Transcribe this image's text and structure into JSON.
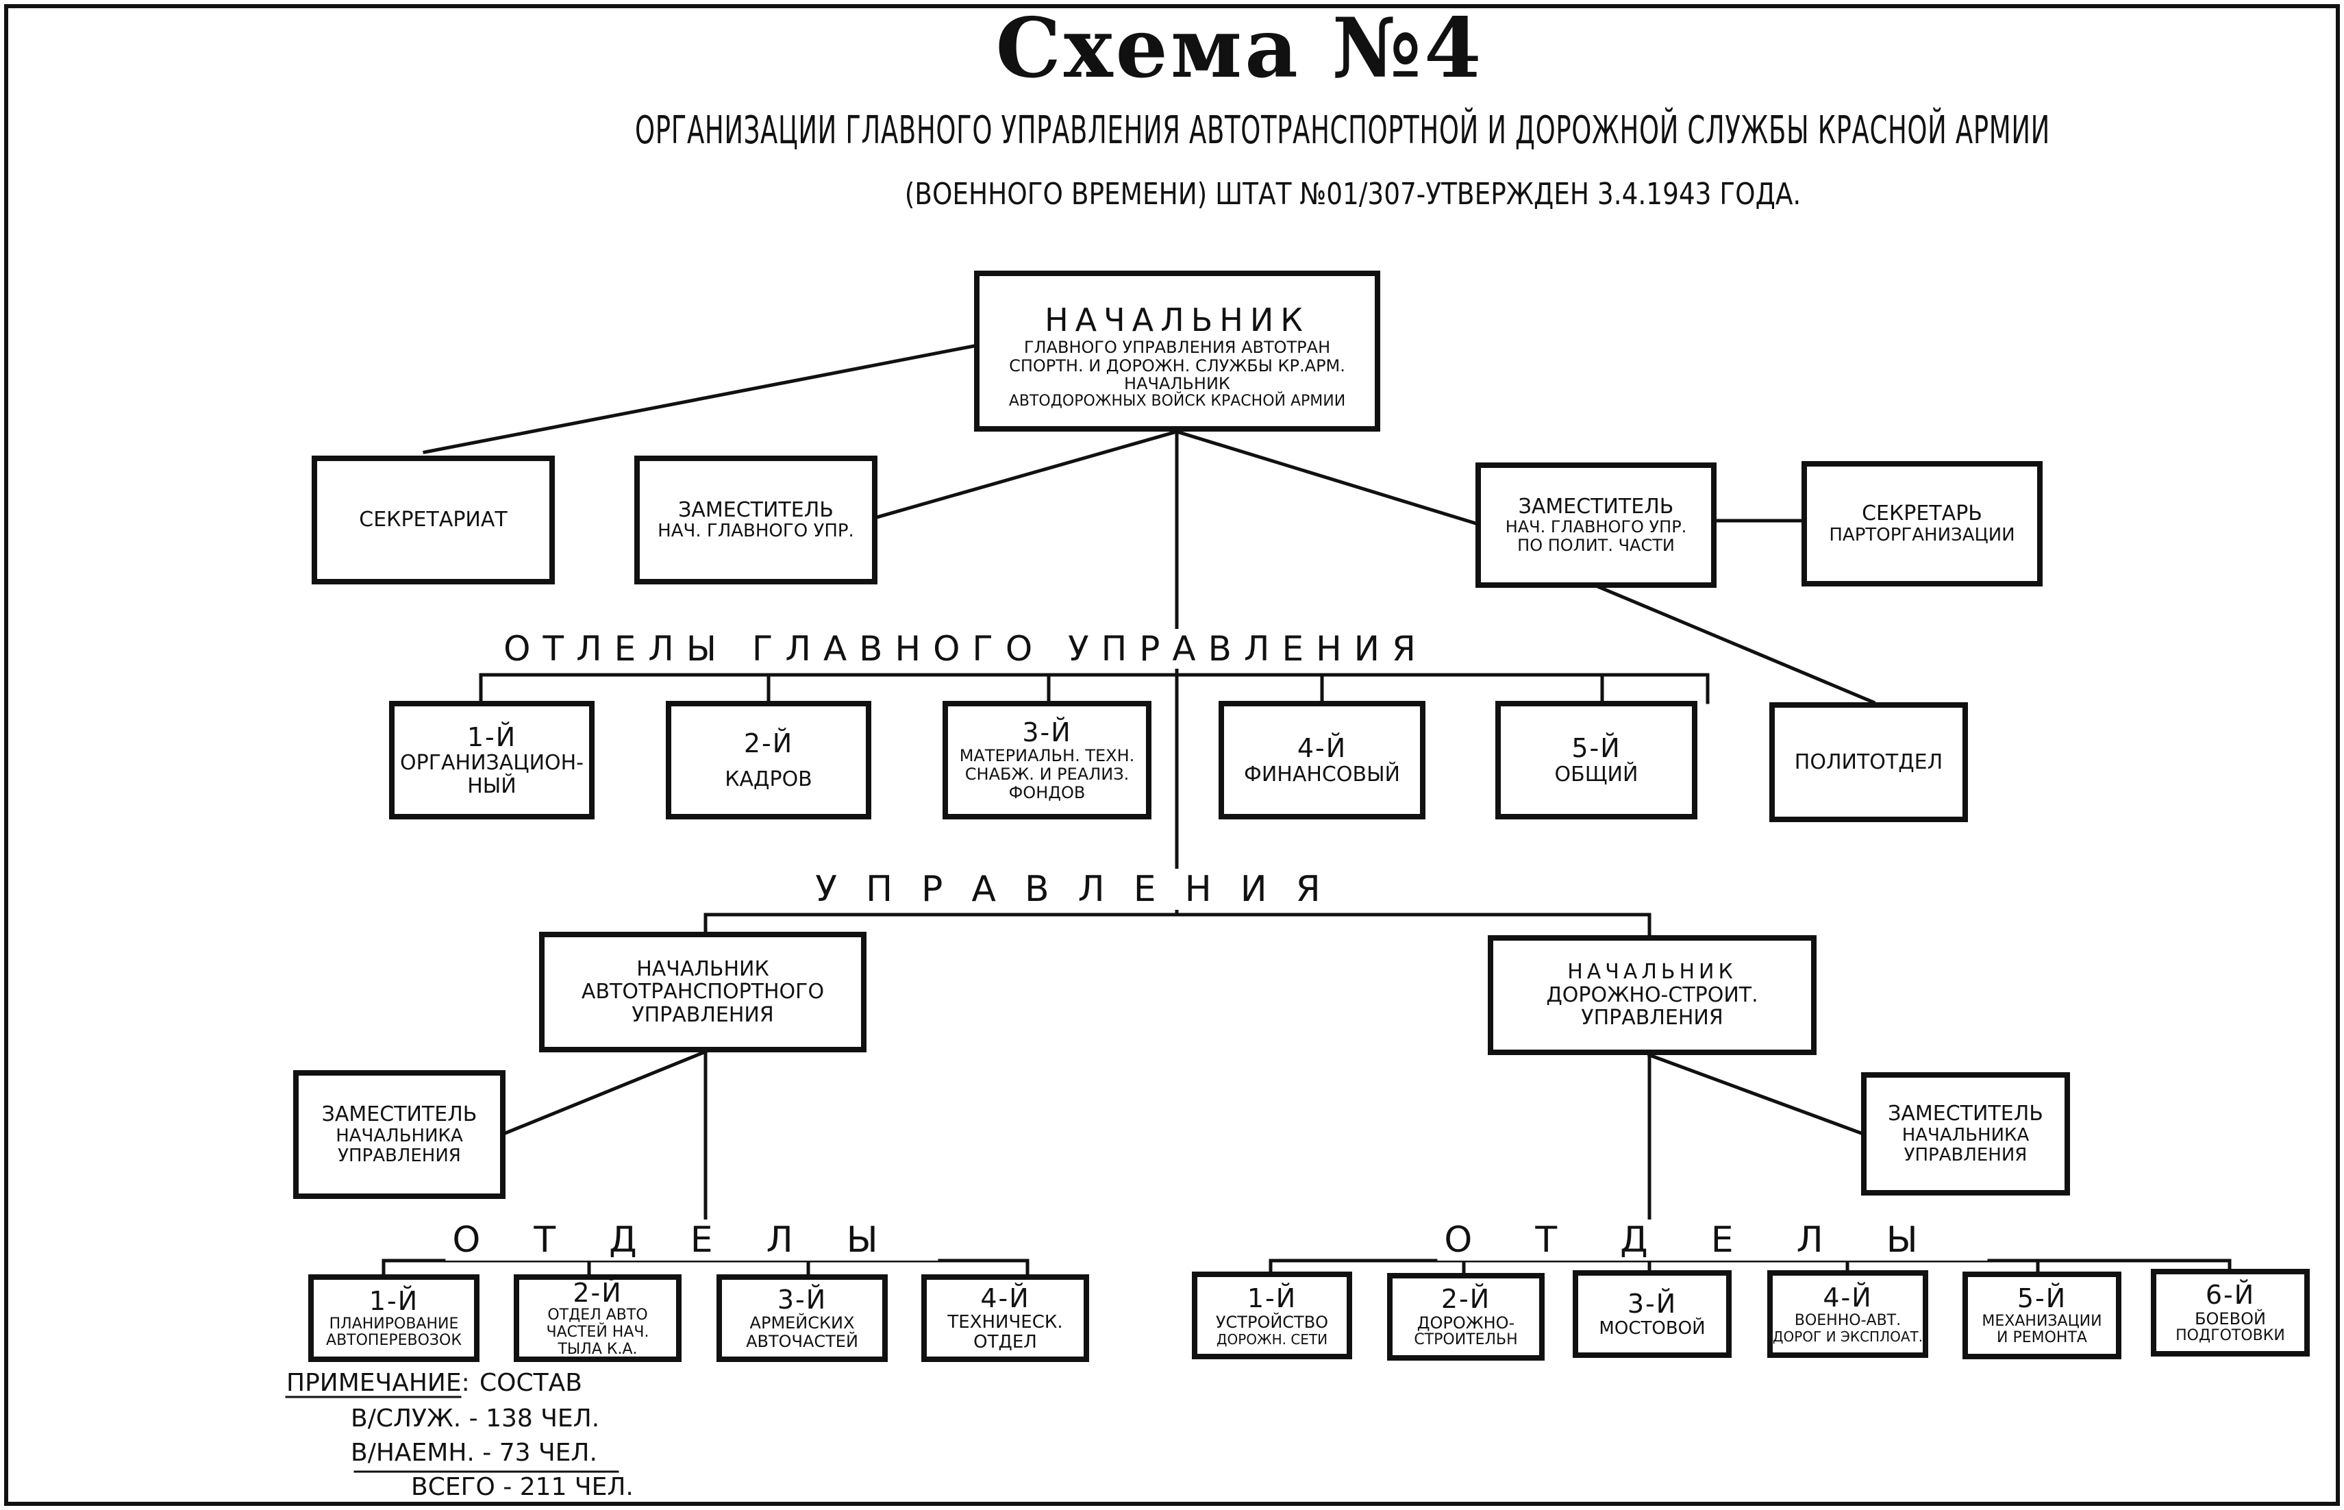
{
  "title": {
    "main": "Схема №4",
    "subtitle": "Организации Главного Управления Автотранспортной и Дорожной службы Красной Армии",
    "staff_line": "(военного времени) штат №01/307-утвержден 3.4.1943 года."
  },
  "head": {
    "title": "Начальник",
    "line1": "Главного Управления Автотран",
    "line2": "спортн. и Дорожн. Службы Кр.Арм.",
    "line3": "Начальник",
    "line4": "Автодорожных Войск Красной Армии"
  },
  "secretariat": {
    "label": "Секретариат"
  },
  "deputy": {
    "line1": "Заместитель",
    "line2": "Нач. Главного Упр."
  },
  "political_deputy": {
    "line1": "Заместитель",
    "line2": "Нач. Главного Упр.",
    "line3": "по полит. части"
  },
  "party_secretary": {
    "line1": "Секретарь",
    "line2": "парторганизации"
  },
  "departments_header": "Отлелы Главного Управления",
  "departments": [
    {
      "num": "1-й",
      "line1": "Организацион-",
      "line2": "ный"
    },
    {
      "num": "2-й",
      "line1": "Кадров"
    },
    {
      "num": "3-й",
      "line1": "Материальн. Техн.",
      "line2": "Снабж. и Реализ.",
      "line3": "фондов"
    },
    {
      "num": "4-й",
      "line1": "Финансовый"
    },
    {
      "num": "5-й",
      "line1": "Общий"
    }
  ],
  "politotdel": {
    "label": "Политотдел"
  },
  "directorates_header": "Управления",
  "auto_directorate": {
    "line1": "Начальник",
    "line2": "Автотранспортного",
    "line3": "Управления",
    "deputy": {
      "line1": "Заместитель",
      "line2": "начальника",
      "line3": "Управления"
    },
    "sections_header": "Отделы",
    "sections": [
      {
        "num": "1-й",
        "line1": "Планирование",
        "line2": "автоперевозок"
      },
      {
        "num": "2-й",
        "line1": "Отдел авто",
        "line2": "частей нач.",
        "line3": "тыла К.А."
      },
      {
        "num": "3-й",
        "line1": "Армейских",
        "line2": "авточастей"
      },
      {
        "num": "4-й",
        "line1": "Техническ.",
        "line2": "отдел"
      }
    ]
  },
  "road_directorate": {
    "line1": "Начальник",
    "line2": "Дорожно-Строит.",
    "line3": "Управления",
    "deputy": {
      "line1": "Заместитель",
      "line2": "начальника",
      "line3": "Управления"
    },
    "sections_header": "Отделы",
    "sections": [
      {
        "num": "1-й",
        "line1": "Устройство",
        "line2": "дорожн. сети"
      },
      {
        "num": "2-й",
        "line1": "Дорожно-",
        "line2": "Строительн"
      },
      {
        "num": "3-й",
        "line1": "Мостовой"
      },
      {
        "num": "4-й",
        "line1": "Военно-Авт.",
        "line2": "Дорог и эксплоат."
      },
      {
        "num": "5-й",
        "line1": "Механизации",
        "line2": "и ремонта"
      },
      {
        "num": "6-й",
        "line1": "Боевой",
        "line2": "подготовки"
      }
    ]
  },
  "note": {
    "label": "Примечание:",
    "composition": "состав",
    "line1": "в/служ. - 138 чел.",
    "line2": "в/наемн. - 73 чел.",
    "total": "Всего - 211 чел."
  }
}
